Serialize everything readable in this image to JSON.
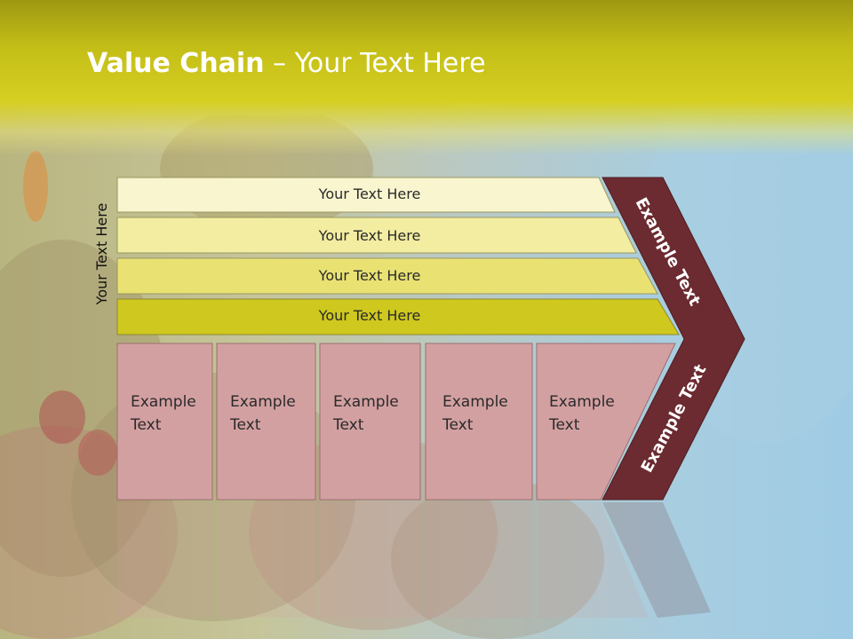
{
  "title": {
    "bold": "Value Chain",
    "rest": " – Your Text Here"
  },
  "side_label": "Your Text Here",
  "bars": [
    {
      "label": "Your Text Here",
      "color": "#f8f5cf"
    },
    {
      "label": "Your Text Here",
      "color": "#f2eda0"
    },
    {
      "label": "Your Text Here",
      "color": "#e9e273"
    },
    {
      "label": "Your Text Here",
      "color": "#cfc81e"
    }
  ],
  "boxes": [
    {
      "line1": "Example",
      "line2": "Text"
    },
    {
      "line1": "Example",
      "line2": "Text"
    },
    {
      "line1": "Example",
      "line2": "Text"
    },
    {
      "line1": "Example",
      "line2": "Text"
    },
    {
      "line1": "Example",
      "line2": "Text"
    }
  ],
  "arrow_top_label": "Example Text",
  "arrow_bottom_label": "Example Text",
  "colors": {
    "box": "#d3a0a2",
    "arrow": "#6b2b30",
    "header": "#c9c31a"
  }
}
